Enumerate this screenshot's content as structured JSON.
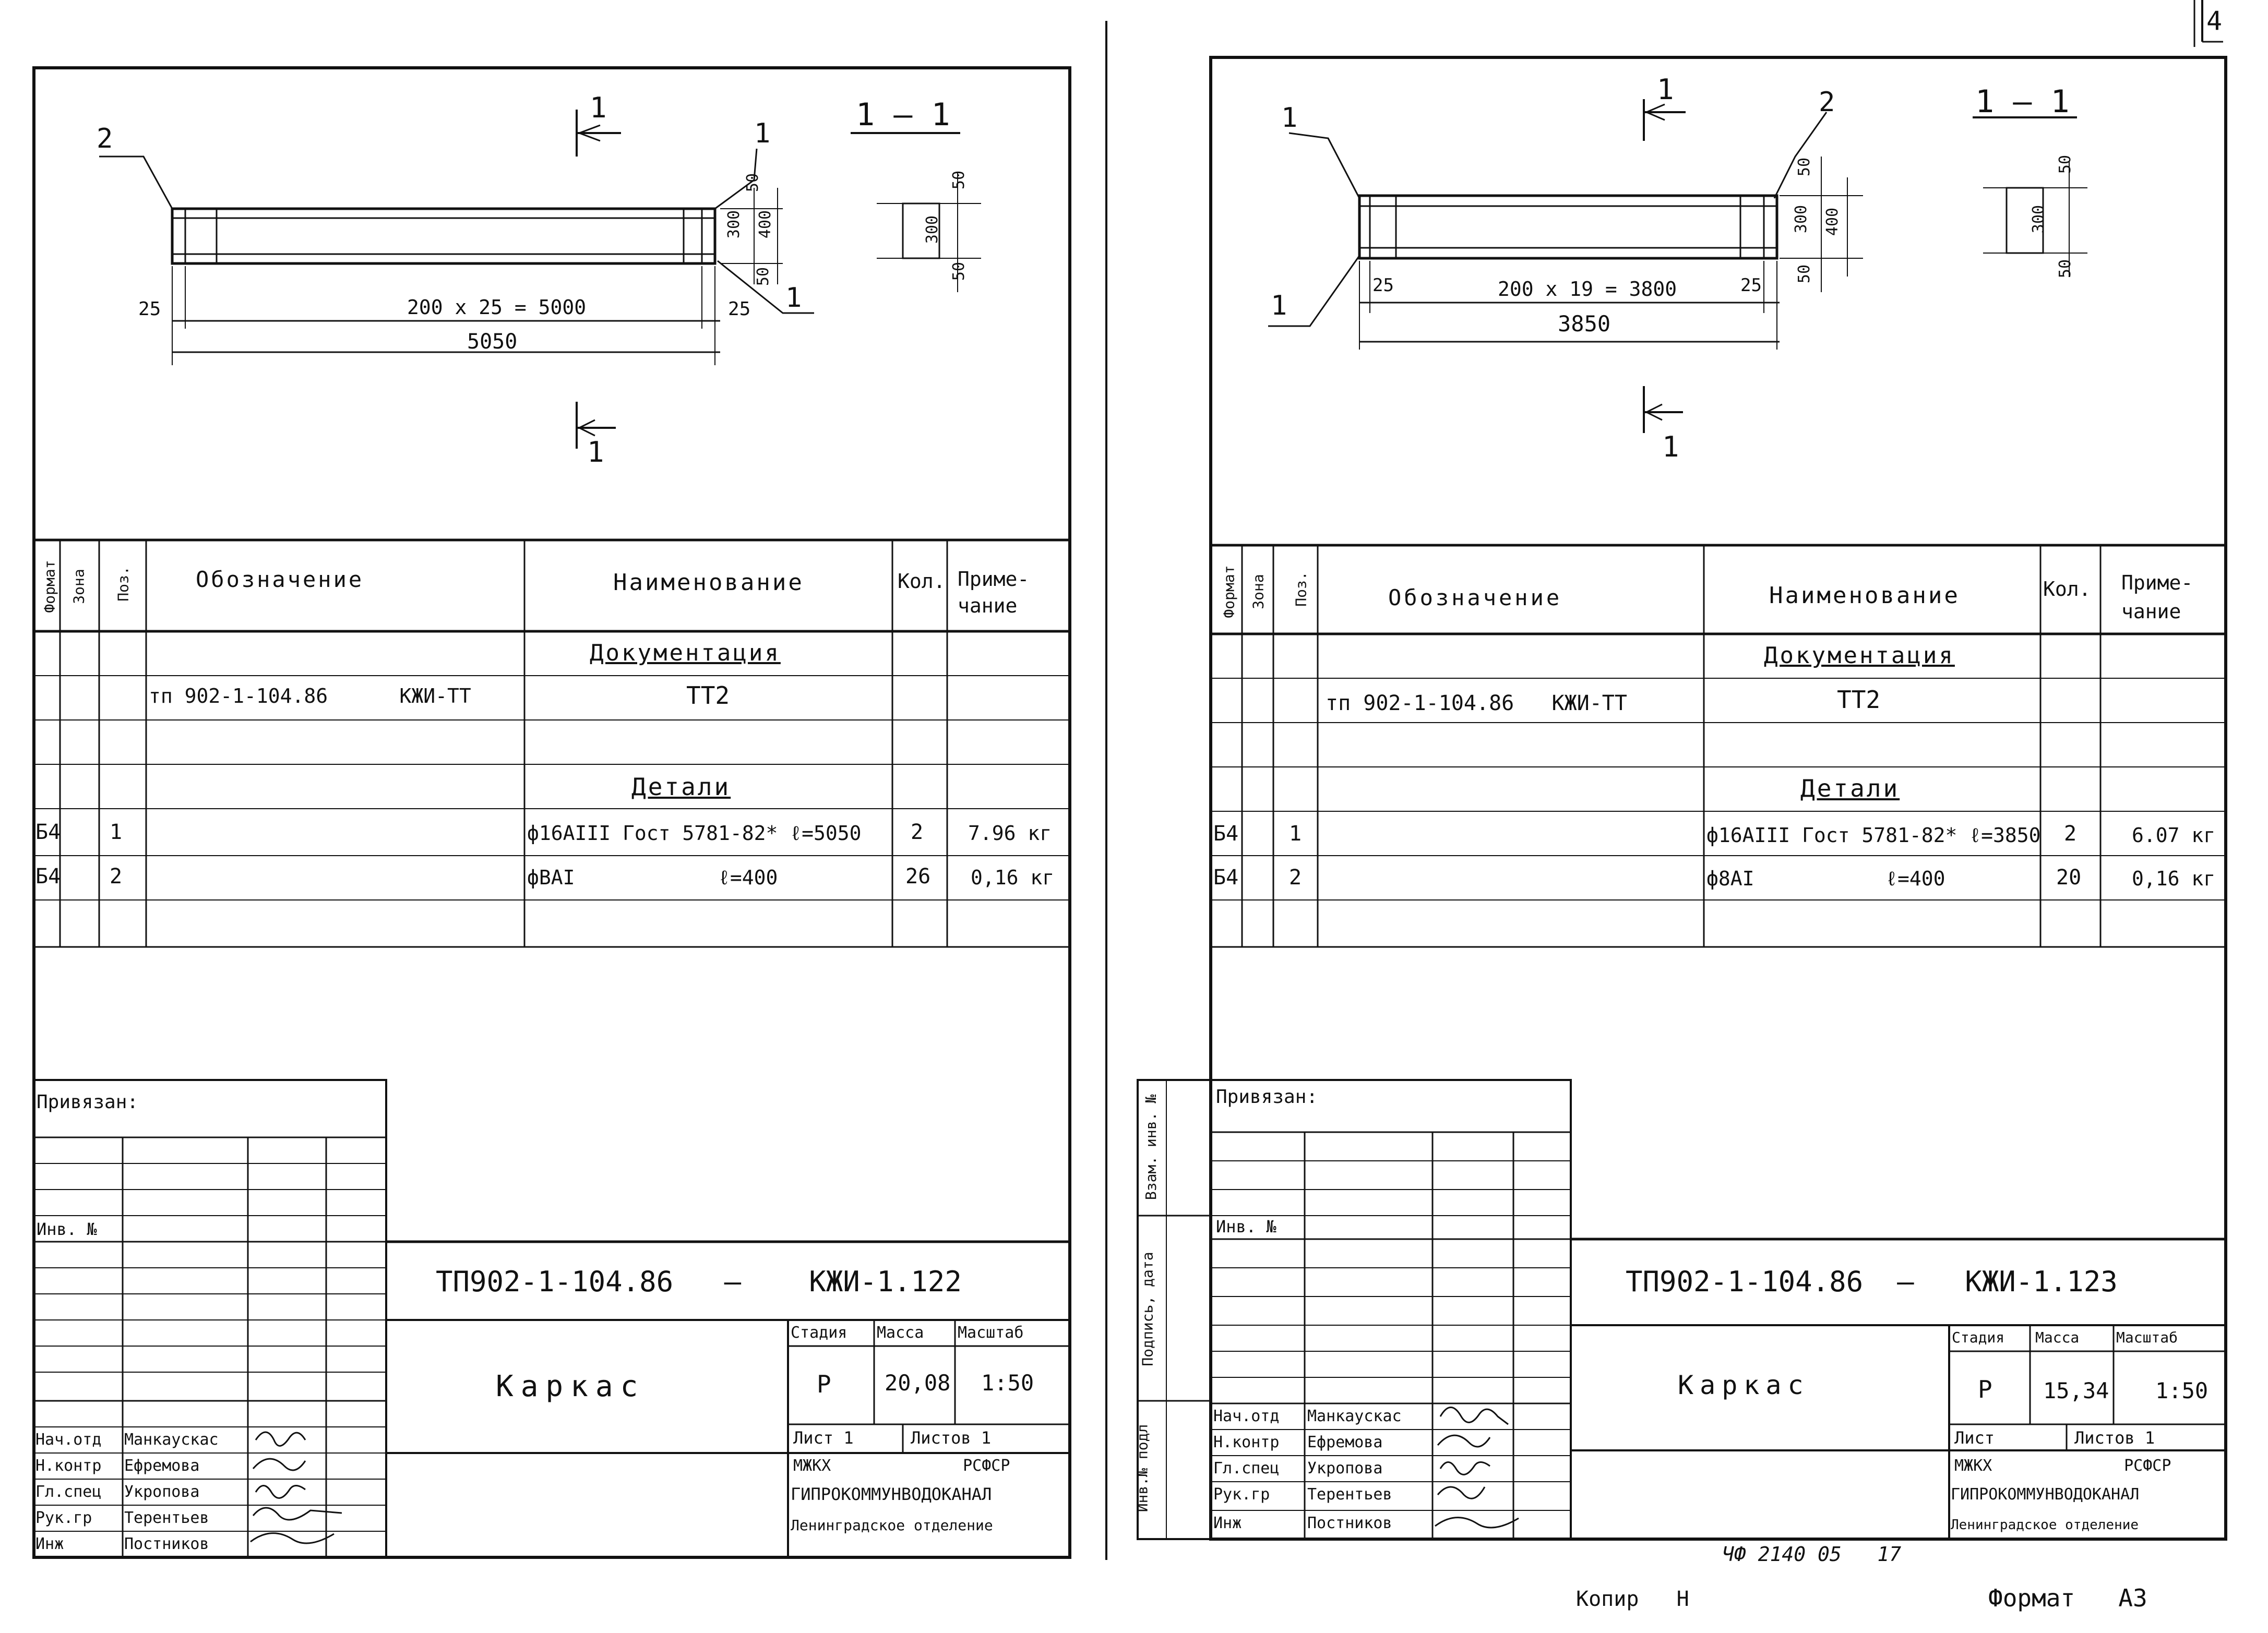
{
  "sheet_number": "4",
  "footer": {
    "code": "ЧФ 2140 05   17",
    "copy": "Копир   Н",
    "format": "Формат   А3"
  },
  "sheets": [
    {
      "id": "left",
      "drawing": {
        "section_mark": "1",
        "section_title": "1 — 1",
        "pos_labels": [
          "2",
          "1",
          "1"
        ],
        "dim_span": "200 x 25 = 5000",
        "dim_total": "5050",
        "dim_end_left": "25",
        "dim_end_right": "25",
        "dim_height_inner": "300",
        "dim_height_outer": "400",
        "dim_top": "50",
        "dim_bottom": "50",
        "sec_top": "50",
        "sec_mid": "300",
        "sec_bot": "50"
      },
      "spec": {
        "headers": {
          "format": "Формат",
          "zone": "Зона",
          "pos": "Поз.",
          "designation": "Обозначение",
          "name": "Наименование",
          "qty": "Кол.",
          "note": "Приме-\nчание"
        },
        "section_docs": "Документация",
        "doc_designation": "тп 902-1-104.86      КЖИ-ТТ",
        "doc_name": "ТТ2",
        "section_parts": "Детали",
        "rows": [
          {
            "format": "Б4",
            "pos": "1",
            "name": "ф16АIII Гост 5781-82* ℓ=5050",
            "qty": "2",
            "note": "7.96 кг"
          },
          {
            "format": "Б4",
            "pos": "2",
            "name": "фВАI            ℓ=400",
            "qty": "26",
            "note": "0,16 кг"
          }
        ]
      },
      "title_block": {
        "bound": "Привязан:",
        "inv": "Инв. №",
        "code": "ТП902-1-104.86   —    КЖИ-1.122",
        "title": "Каркас",
        "stage_label": "Стадия",
        "mass_label": "Масса",
        "scale_label": "Масштаб",
        "stage": "Р",
        "mass": "20,08",
        "scale": "1:50",
        "sheet": "Лист 1",
        "sheets": "Листов 1",
        "org1": "МЖКХ              РСФСР",
        "org2": "ГИПРОКОММУНВОДОКАНАЛ",
        "org3": "Ленинградское отделение",
        "roles": [
          "Нач.отд",
          "Н.контр",
          "Гл.спец",
          "Рук.гр",
          "Инж"
        ],
        "names": [
          "Манкаускас",
          "Ефремова",
          "Укропова",
          "Терентьев",
          "Постников"
        ]
      }
    },
    {
      "id": "right",
      "drawing": {
        "section_mark": "1",
        "section_title": "1 — 1",
        "pos_labels": [
          "1",
          "2",
          "1"
        ],
        "dim_span": "200 x 19 = 3800",
        "dim_total": "3850",
        "dim_end_left": "25",
        "dim_end_right": "25",
        "dim_height_inner": "300",
        "dim_height_outer": "400",
        "dim_top": "50",
        "dim_bottom": "50",
        "sec_top": "50",
        "sec_mid": "300",
        "sec_bot": "50"
      },
      "spec": {
        "headers": {
          "format": "Формат",
          "zone": "Зона",
          "pos": "Поз.",
          "designation": "Обозначение",
          "name": "Наименование",
          "qty": "Кол.",
          "note": "Приме-\nчание"
        },
        "section_docs": "Документация",
        "doc_designation": "тп 902-1-104.86   КЖИ-ТТ",
        "doc_name": "ТТ2",
        "section_parts": "Детали",
        "rows": [
          {
            "format": "Б4",
            "pos": "1",
            "name": "ф16АIII Гост 5781-82* ℓ=3850",
            "qty": "2",
            "note": "6.07 кг"
          },
          {
            "format": "Б4",
            "pos": "2",
            "name": "ф8АI           ℓ=400",
            "qty": "20",
            "note": "0,16 кг"
          }
        ]
      },
      "title_block": {
        "bound": "Привязан:",
        "inv": "Инв. №",
        "code": "ТП902-1-104.86  —   КЖИ-1.123",
        "title": "Каркас",
        "stage_label": "Стадия",
        "mass_label": "Масса",
        "scale_label": "Масштаб",
        "stage": "Р",
        "mass": "15,34",
        "scale": "1:50",
        "sheet": "Лист",
        "sheets": "Листов 1",
        "org1": "МЖКХ              РСФСР",
        "org2": "ГИПРОКОММУНВОДОКАНАЛ",
        "org3": "Ленинградское отделение",
        "roles": [
          "Нач.отд",
          "Н.контр",
          "Гл.спец",
          "Рук.гр",
          "Инж"
        ],
        "names": [
          "Манкаускас",
          "Ефремова",
          "Укропова",
          "Терентьев",
          "Постников"
        ],
        "side_labels": [
          "Взам. инв. №",
          "Подпись, дата",
          "Инв.№ подл"
        ]
      }
    }
  ]
}
